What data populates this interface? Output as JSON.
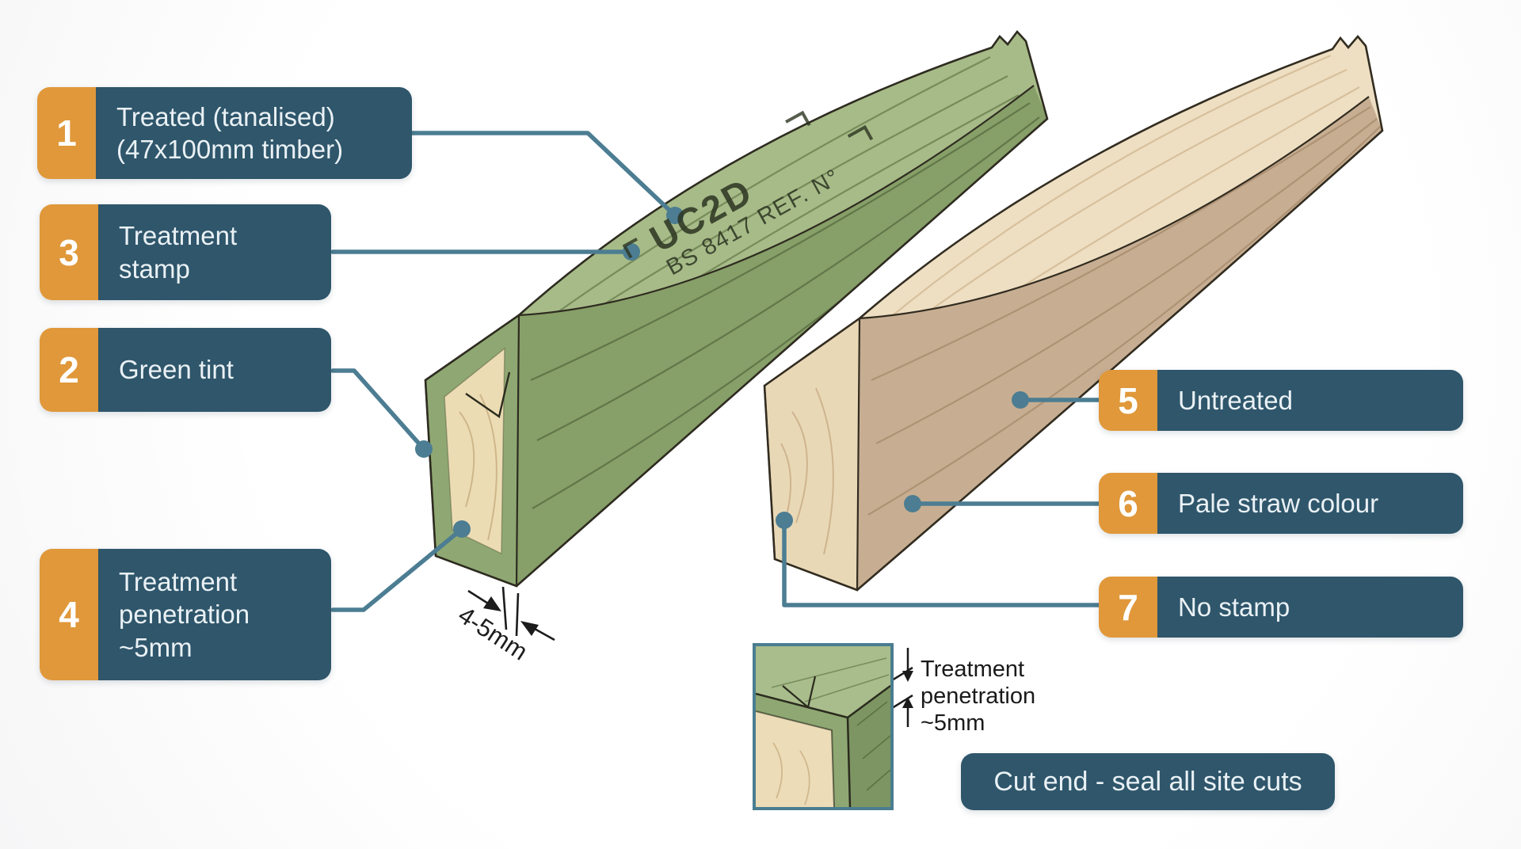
{
  "callouts": [
    {
      "number": "1",
      "text": "Treated (tanalised)\n(47x100mm timber)"
    },
    {
      "number": "3",
      "text": "Treatment\nstamp"
    },
    {
      "number": "2",
      "text": "Green tint"
    },
    {
      "number": "4",
      "text": "Treatment\npenetration\n~5mm"
    },
    {
      "number": "5",
      "text": "Untreated"
    },
    {
      "number": "6",
      "text": "Pale straw colour"
    },
    {
      "number": "7",
      "text": "No stamp"
    }
  ],
  "stamp": {
    "line1": "UC2D",
    "line2": "BS 8417 REF. N°"
  },
  "dimension_label": "4-5mm",
  "inset_caption": "Treatment\npenetration\n~5mm",
  "badge_label": "Cut end - seal all site cuts",
  "colors": {
    "orange": "#E0983A",
    "teal": "#2F566B",
    "leader": "#4C7D92",
    "treated_top": "#A7BB88",
    "treated_side": "#879F68",
    "treated_rim": "#8FA873",
    "cut_face_pale": "#ECDCB4",
    "untreated_top": "#EEDFC3",
    "untreated_side": "#C7AE92",
    "untreated_end": "#E9D8B6"
  }
}
